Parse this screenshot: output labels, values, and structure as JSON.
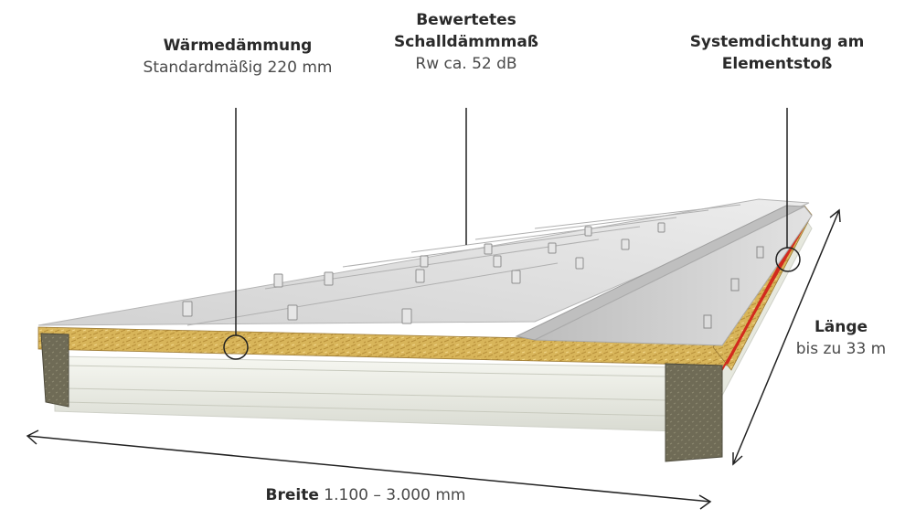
{
  "labels": {
    "insulation": {
      "title": "Wärmedämmung",
      "value": "Standardmäßig 220 mm"
    },
    "sound": {
      "title_line1": "Bewertetes",
      "title_line2": "Schalldämmmaß",
      "value": "Rw ca. 52 dB"
    },
    "seal": {
      "title_line1": "Systemdichtung am",
      "title_line2": "Elementstoß"
    },
    "length": {
      "title": "Länge",
      "value": "bis zu 33 m"
    },
    "width": {
      "title": "Breite",
      "value": "1.100 – 3.000 mm"
    }
  },
  "colors": {
    "insulation": "#d9b65a",
    "insulation_dark": "#8a6a2a",
    "roof_top": "#d8d8d8",
    "roof_light": "#eeeeee",
    "seal_red": "#d22a1e",
    "beam": "#eef0e8",
    "end_block": "#6e6a55",
    "line": "#222222"
  }
}
